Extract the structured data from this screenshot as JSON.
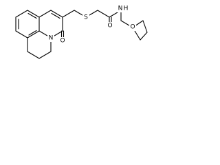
{
  "diagram": {
    "type": "chemical-structure",
    "atoms": {
      "ketone_oxygen": "O",
      "ring_nitrogen": "N",
      "thioether_sulfur": "S",
      "amide_oxygen": "O",
      "amide_nitrogen": "N",
      "amide_hydrogen": "H",
      "furan_oxygen": "O"
    },
    "colors": {
      "bond": "#000000",
      "background": "#ffffff"
    }
  }
}
